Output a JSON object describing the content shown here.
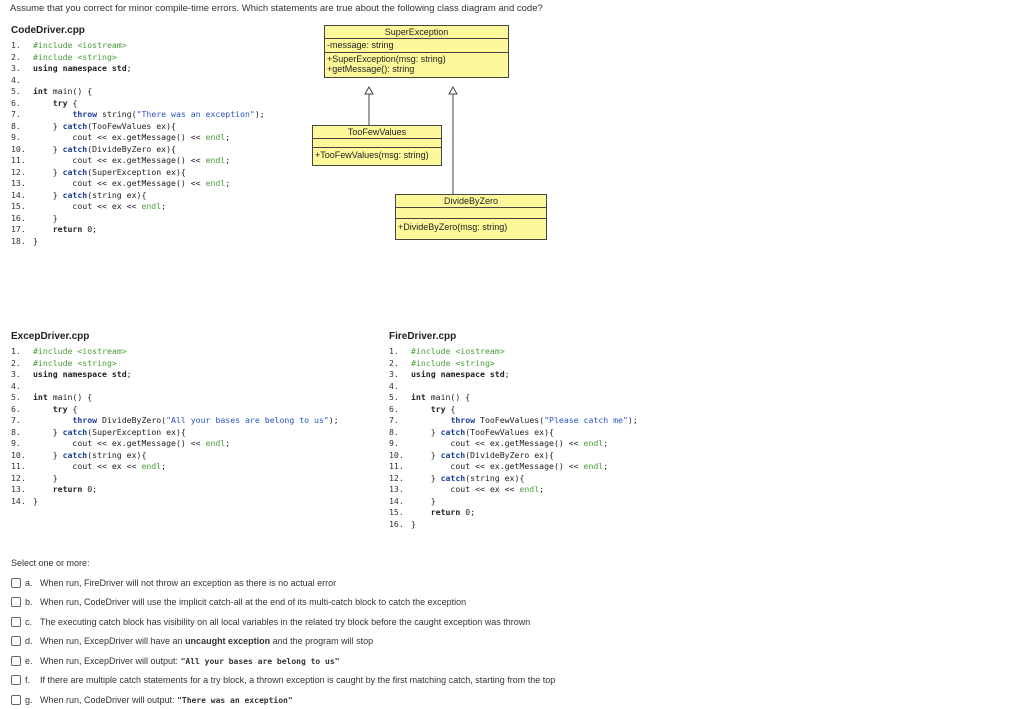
{
  "question": "Assume that you correct for minor compile-time errors. Which statements are true about the following class diagram and code?",
  "files": {
    "code_driver": {
      "title": "CodeDriver.cpp",
      "lines": [
        {
          "n": "1.",
          "parts": [
            [
              "pp",
              "#include <iostream>"
            ]
          ]
        },
        {
          "n": "2.",
          "parts": [
            [
              "pp",
              "#include <string>"
            ]
          ]
        },
        {
          "n": "3.",
          "parts": [
            [
              "kw",
              "using namespace "
            ],
            [
              "kw",
              "std"
            ],
            [
              "t",
              ";"
            ]
          ]
        },
        {
          "n": "4.",
          "parts": []
        },
        {
          "n": "5.",
          "parts": [
            [
              "kw",
              "int "
            ],
            [
              "t",
              "main() {"
            ]
          ]
        },
        {
          "n": "6.",
          "parts": [
            [
              "t",
              "    "
            ],
            [
              "kw",
              "try"
            ],
            [
              "t",
              " {"
            ]
          ]
        },
        {
          "n": "7.",
          "parts": [
            [
              "t",
              "        "
            ],
            [
              "kwb",
              "throw"
            ],
            [
              "t",
              " string("
            ],
            [
              "st",
              "\"There was an exception\""
            ],
            [
              "t",
              ");"
            ]
          ]
        },
        {
          "n": "8.",
          "parts": [
            [
              "t",
              "    } "
            ],
            [
              "kwb",
              "catch"
            ],
            [
              "t",
              "(TooFewValues ex){"
            ]
          ]
        },
        {
          "n": "9.",
          "parts": [
            [
              "t",
              "        cout << ex.getMessage() << "
            ],
            [
              "pp",
              "endl"
            ],
            [
              "t",
              ";"
            ]
          ]
        },
        {
          "n": "10.",
          "parts": [
            [
              "t",
              "    } "
            ],
            [
              "kwb",
              "catch"
            ],
            [
              "t",
              "(DivideByZero ex){"
            ]
          ]
        },
        {
          "n": "11.",
          "parts": [
            [
              "t",
              "        cout << ex.getMessage() << "
            ],
            [
              "pp",
              "endl"
            ],
            [
              "t",
              ";"
            ]
          ]
        },
        {
          "n": "12.",
          "parts": [
            [
              "t",
              "    } "
            ],
            [
              "kwb",
              "catch"
            ],
            [
              "t",
              "(SuperException ex){"
            ]
          ]
        },
        {
          "n": "13.",
          "parts": [
            [
              "t",
              "        cout << ex.getMessage() << "
            ],
            [
              "pp",
              "endl"
            ],
            [
              "t",
              ";"
            ]
          ]
        },
        {
          "n": "14.",
          "parts": [
            [
              "t",
              "    } "
            ],
            [
              "kwb",
              "catch"
            ],
            [
              "t",
              "(string ex){"
            ]
          ]
        },
        {
          "n": "15.",
          "parts": [
            [
              "t",
              "        cout << ex << "
            ],
            [
              "pp",
              "endl"
            ],
            [
              "t",
              ";"
            ]
          ]
        },
        {
          "n": "16.",
          "parts": [
            [
              "t",
              "    }"
            ]
          ]
        },
        {
          "n": "17.",
          "parts": [
            [
              "t",
              "    "
            ],
            [
              "kw",
              "return"
            ],
            [
              "t",
              " 0;"
            ]
          ]
        },
        {
          "n": "18.",
          "parts": [
            [
              "t",
              "}"
            ]
          ]
        }
      ]
    },
    "excep_driver": {
      "title": "ExcepDriver.cpp",
      "lines": [
        {
          "n": "1.",
          "parts": [
            [
              "pp",
              "#include <iostream>"
            ]
          ]
        },
        {
          "n": "2.",
          "parts": [
            [
              "pp",
              "#include <string>"
            ]
          ]
        },
        {
          "n": "3.",
          "parts": [
            [
              "kw",
              "using namespace "
            ],
            [
              "kw",
              "std"
            ],
            [
              "t",
              ";"
            ]
          ]
        },
        {
          "n": "4.",
          "parts": []
        },
        {
          "n": "5.",
          "parts": [
            [
              "kw",
              "int "
            ],
            [
              "t",
              "main() {"
            ]
          ]
        },
        {
          "n": "6.",
          "parts": [
            [
              "t",
              "    "
            ],
            [
              "kw",
              "try"
            ],
            [
              "t",
              " {"
            ]
          ]
        },
        {
          "n": "7.",
          "parts": [
            [
              "t",
              "        "
            ],
            [
              "kwb",
              "throw"
            ],
            [
              "t",
              " DivideByZero("
            ],
            [
              "st",
              "\"All your bases are belong to us\""
            ],
            [
              "t",
              ");"
            ]
          ]
        },
        {
          "n": "8.",
          "parts": [
            [
              "t",
              "    } "
            ],
            [
              "kwb",
              "catch"
            ],
            [
              "t",
              "(SuperException ex){"
            ]
          ]
        },
        {
          "n": "9.",
          "parts": [
            [
              "t",
              "        cout << ex.getMessage() << "
            ],
            [
              "pp",
              "endl"
            ],
            [
              "t",
              ";"
            ]
          ]
        },
        {
          "n": "10.",
          "parts": [
            [
              "t",
              "    } "
            ],
            [
              "kwb",
              "catch"
            ],
            [
              "t",
              "(string ex){"
            ]
          ]
        },
        {
          "n": "11.",
          "parts": [
            [
              "t",
              "        cout << ex << "
            ],
            [
              "pp",
              "endl"
            ],
            [
              "t",
              ";"
            ]
          ]
        },
        {
          "n": "12.",
          "parts": [
            [
              "t",
              "    }"
            ]
          ]
        },
        {
          "n": "13.",
          "parts": [
            [
              "t",
              "    "
            ],
            [
              "kw",
              "return"
            ],
            [
              "t",
              " 0;"
            ]
          ]
        },
        {
          "n": "14.",
          "parts": [
            [
              "t",
              "}"
            ]
          ]
        }
      ]
    },
    "fire_driver": {
      "title": "FireDriver.cpp",
      "lines": [
        {
          "n": "1.",
          "parts": [
            [
              "pp",
              "#include <iostream>"
            ]
          ]
        },
        {
          "n": "2.",
          "parts": [
            [
              "pp",
              "#include <string>"
            ]
          ]
        },
        {
          "n": "3.",
          "parts": [
            [
              "kw",
              "using namespace "
            ],
            [
              "kw",
              "std"
            ],
            [
              "t",
              ";"
            ]
          ]
        },
        {
          "n": "4.",
          "parts": []
        },
        {
          "n": "5.",
          "parts": [
            [
              "kw",
              "int "
            ],
            [
              "t",
              "main() {"
            ]
          ]
        },
        {
          "n": "6.",
          "parts": [
            [
              "t",
              "    "
            ],
            [
              "kw",
              "try"
            ],
            [
              "t",
              " {"
            ]
          ]
        },
        {
          "n": "7.",
          "parts": [
            [
              "t",
              "        "
            ],
            [
              "kwb",
              "throw"
            ],
            [
              "t",
              " TooFewValues("
            ],
            [
              "st",
              "\"Please catch me\""
            ],
            [
              "t",
              ");"
            ]
          ]
        },
        {
          "n": "8.",
          "parts": [
            [
              "t",
              "    } "
            ],
            [
              "kwb",
              "catch"
            ],
            [
              "t",
              "(TooFewValues ex){"
            ]
          ]
        },
        {
          "n": "9.",
          "parts": [
            [
              "t",
              "        cout << ex.getMessage() << "
            ],
            [
              "pp",
              "endl"
            ],
            [
              "t",
              ";"
            ]
          ]
        },
        {
          "n": "10.",
          "parts": [
            [
              "t",
              "    } "
            ],
            [
              "kwb",
              "catch"
            ],
            [
              "t",
              "(DivideByZero ex){"
            ]
          ]
        },
        {
          "n": "11.",
          "parts": [
            [
              "t",
              "        cout << ex.getMessage() << "
            ],
            [
              "pp",
              "endl"
            ],
            [
              "t",
              ";"
            ]
          ]
        },
        {
          "n": "12.",
          "parts": [
            [
              "t",
              "    } "
            ],
            [
              "kwb",
              "catch"
            ],
            [
              "t",
              "(string ex){"
            ]
          ]
        },
        {
          "n": "13.",
          "parts": [
            [
              "t",
              "        cout << ex << "
            ],
            [
              "pp",
              "endl"
            ],
            [
              "t",
              ";"
            ]
          ]
        },
        {
          "n": "14.",
          "parts": [
            [
              "t",
              "    }"
            ]
          ]
        },
        {
          "n": "15.",
          "parts": [
            [
              "t",
              "    "
            ],
            [
              "kw",
              "return"
            ],
            [
              "t",
              " 0;"
            ]
          ]
        },
        {
          "n": "16.",
          "parts": [
            [
              "t",
              "}"
            ]
          ]
        }
      ]
    }
  },
  "uml": {
    "super_exception": {
      "name": "SuperException",
      "attrs": [
        "-message: string"
      ],
      "methods": [
        "+SuperException(msg: string)",
        "+getMessage(): string"
      ]
    },
    "too_few_values": {
      "name": "TooFewValues",
      "methods": [
        "+TooFewValues(msg: string)"
      ]
    },
    "divide_by_zero": {
      "name": "DivideByZero",
      "methods": [
        "+DivideByZero(msg: string)"
      ]
    }
  },
  "prompt": "Select one or more:",
  "options": [
    {
      "letter": "a.",
      "parts": [
        [
          "t",
          "When run, FireDriver will not throw an exception as there is no actual error"
        ]
      ]
    },
    {
      "letter": "b.",
      "parts": [
        [
          "t",
          "When run, CodeDriver will use the implicit catch-all at the end of its multi-catch block to catch the exception"
        ]
      ]
    },
    {
      "letter": "c.",
      "parts": [
        [
          "t",
          "The executing catch block has visibility on all local variables in the related try block before the caught exception was thrown"
        ]
      ]
    },
    {
      "letter": "d.",
      "parts": [
        [
          "t",
          "When run, ExcepDriver will have an "
        ],
        [
          "b",
          "uncaught exception"
        ],
        [
          "t",
          " and the program will stop"
        ]
      ]
    },
    {
      "letter": "e.",
      "parts": [
        [
          "t",
          "When run, ExcepDriver will output: "
        ],
        [
          "c",
          "\"All your bases are belong to us\""
        ]
      ]
    },
    {
      "letter": "f.",
      "parts": [
        [
          "t",
          "If there are multiple catch statements for a try block, a thrown exception is caught by the first matching catch, starting from the top"
        ]
      ]
    },
    {
      "letter": "g.",
      "parts": [
        [
          "t",
          "When run, CodeDriver will output: "
        ],
        [
          "c",
          "\"There was an exception\""
        ]
      ]
    }
  ]
}
